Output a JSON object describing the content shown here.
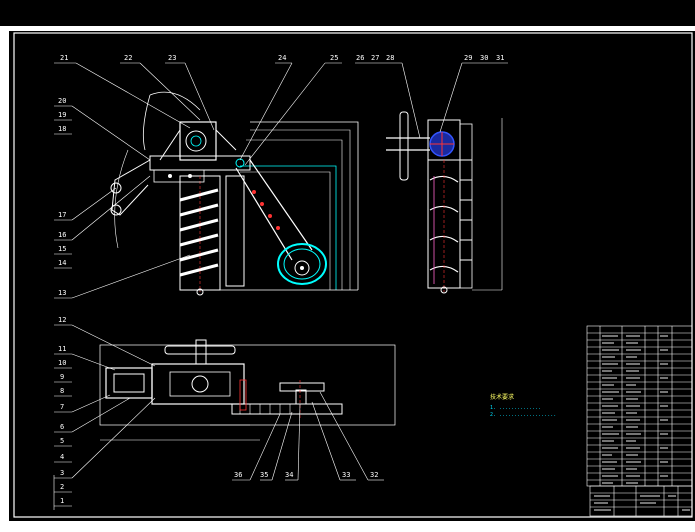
{
  "colors": {
    "background": "#000000",
    "frame": "#ffffff",
    "part": "#ffffff",
    "dimension": "#00ffff",
    "hidden": "#ff3333",
    "accent_blue": "#3355ff",
    "note": "#ffff66"
  },
  "balloons": {
    "top": [
      "21",
      "22",
      "23",
      "24",
      "25",
      "26",
      "27",
      "28",
      "29",
      "30",
      "31"
    ],
    "left_upper": [
      "20",
      "19",
      "18",
      "17",
      "16",
      "15",
      "14",
      "13"
    ],
    "left_lower": [
      "12",
      "11",
      "10",
      "9",
      "8",
      "7",
      "6",
      "5",
      "4",
      "3",
      "2",
      "1"
    ],
    "bottom": [
      "36",
      "35",
      "34",
      "33",
      "32"
    ]
  },
  "tech_notes": {
    "title": "技术要求",
    "lines": [
      "1. ..............",
      "2. ..................."
    ]
  }
}
